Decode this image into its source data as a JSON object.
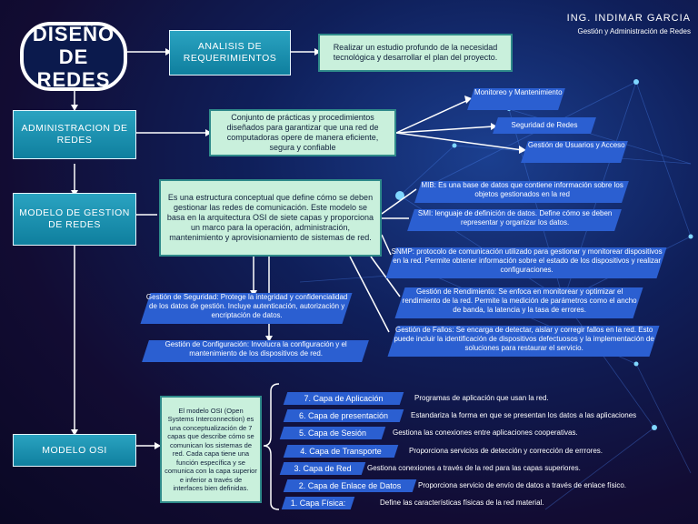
{
  "title": "DISEÑO DE REDES",
  "author": {
    "name": "ING. INDIMAR GARCIA",
    "subtitle": "Gestión y Administración de Redes"
  },
  "analisis": {
    "label": "ANALISIS DE REQUERIMIENTOS",
    "desc": "Realizar un estudio profundo de la necesidad tecnológica y desarrollar el plan del proyecto."
  },
  "administracion": {
    "label": "ADMINISTRACION DE REDES",
    "desc": "Conjunto de prácticas y procedimientos diseñados para garantizar que una red de computadoras opere de manera eficiente, segura y confiable",
    "items": [
      "Monitoreo y Mantenimiento",
      "Seguridad de Redes",
      "Gestión de Usuarios y Acceso"
    ]
  },
  "modelo_gestion": {
    "label": "MODELO DE GESTION DE REDES",
    "desc": "Es una estructura conceptual que define cómo se deben gestionar las redes de comunicación. Este modelo se basa en la arquitectura OSI de siete capas y proporciona un marco para la operación, administración, mantenimiento y aprovisionamiento de sistemas de red.",
    "right": [
      "MIB: Es una base de datos que contiene información sobre los objetos gestionados en la red",
      "SMI: lenguaje de definición de datos. Define cómo se deben representar y organizar los datos.",
      "SNMP: protocolo de comunicación utilizado para gestionar y monitorear dispositivos en la red. Permite obtener información sobre el estado de los dispositivos y realizar configuraciones.",
      "Gestión de Rendimiento: Se enfoca en monitorear y optimizar el rendimiento de la red. Permite la medición de parámetros como el ancho de banda, la latencia y la tasa de errores.",
      "Gestión de Fallos: Se encarga de detectar, aislar y corregir fallos en la red. Esto puede incluir la identificación de dispositivos defectuosos y la implementación de soluciones para restaurar el servicio."
    ],
    "left": [
      "Gestión de Seguridad: Protege la integridad y confidencialidad de los datos de gestión. Incluye autenticación, autorización y encriptación de datos.",
      "Gestión de Configuración: Involucra la configuración y el mantenimiento de los dispositivos de red."
    ]
  },
  "modelo_osi": {
    "label": "MODELO OSI",
    "desc": "El modelo OSI (Open Systems Interconnection) es una conceptualización de 7 capas que describe cómo se comunican los sistemas de red. Cada capa tiene una función específica y se comunica con la capa superior e inferior a través de interfaces bien definidas.",
    "layers": [
      {
        "name": "7. Capa de Aplicación",
        "desc": "Programas de aplicación que usan la red."
      },
      {
        "name": "6. Capa de presentación",
        "desc": "Estandariza la forma en que se presentan los datos a las aplicaciones"
      },
      {
        "name": "5. Capa de Sesión",
        "desc": "Gestiona las conexiones entre aplicaciones cooperativas."
      },
      {
        "name": "4. Capa de Transporte",
        "desc": "Proporciona servicios de detección y corrección de errrores."
      },
      {
        "name": "3. Capa de Red",
        "desc": "Gestiona conexiones a través de la red para las capas superiores."
      },
      {
        "name": "2. Capa de Enlace de Datos",
        "desc": "Proporciona servicio de envío de datos a través de enlace físico."
      },
      {
        "name": "1.  Capa Física:",
        "desc": "Define las características físicas de la red material."
      }
    ]
  }
}
